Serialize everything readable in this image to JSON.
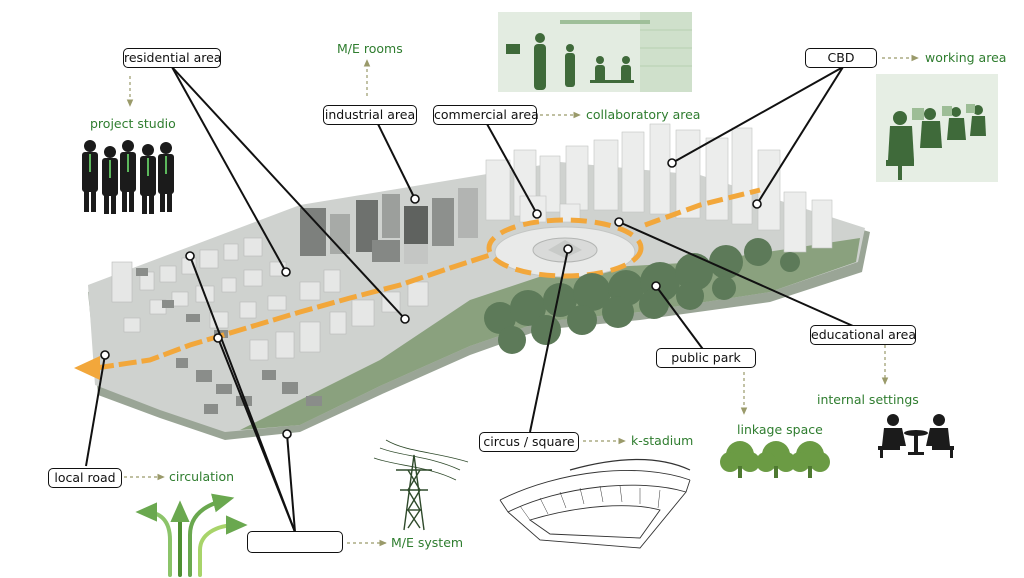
{
  "labels": {
    "residential_area": "residential area",
    "industrial_area": "industrial area",
    "commercial_area": "commercial area",
    "cbd": "CBD",
    "educational_area": "educational area",
    "public_park": "public park",
    "circus_square": "circus / square",
    "local_road": "local road",
    "unlabeled_zone": ""
  },
  "functions": {
    "project_studio": "project studio",
    "me_rooms": "M/E rooms",
    "collaboratory_area": "collaboratory area",
    "working_area": "working area",
    "internal_settings": "internal settings",
    "linkage_space": "linkage space",
    "k_stadium": "k-stadium",
    "circulation": "circulation",
    "me_system": "M/E system"
  },
  "colors": {
    "label_green": "#2f7d2f",
    "arrow_dashed": "#9a9a6a",
    "road_orange": "#f2a73b",
    "ground_grey": "#cfd2cf",
    "grass_green": "#8aa17e",
    "tree_green": "#5d7a59",
    "building_light": "#e6e7e6",
    "building_dark": "#8a8d8a",
    "silhouette": "#1b1b1b"
  },
  "icons": {
    "people_group": "business-people-silhouette-icon",
    "office_workers": "office-workers-icon",
    "interior_scene": "collaboratory-interior-icon",
    "meeting": "meeting-table-icon",
    "trees": "tree-icon",
    "stadium": "stadium-sketch-icon",
    "pylon": "power-pylon-icon",
    "arrows": "circulation-arrows-icon"
  }
}
